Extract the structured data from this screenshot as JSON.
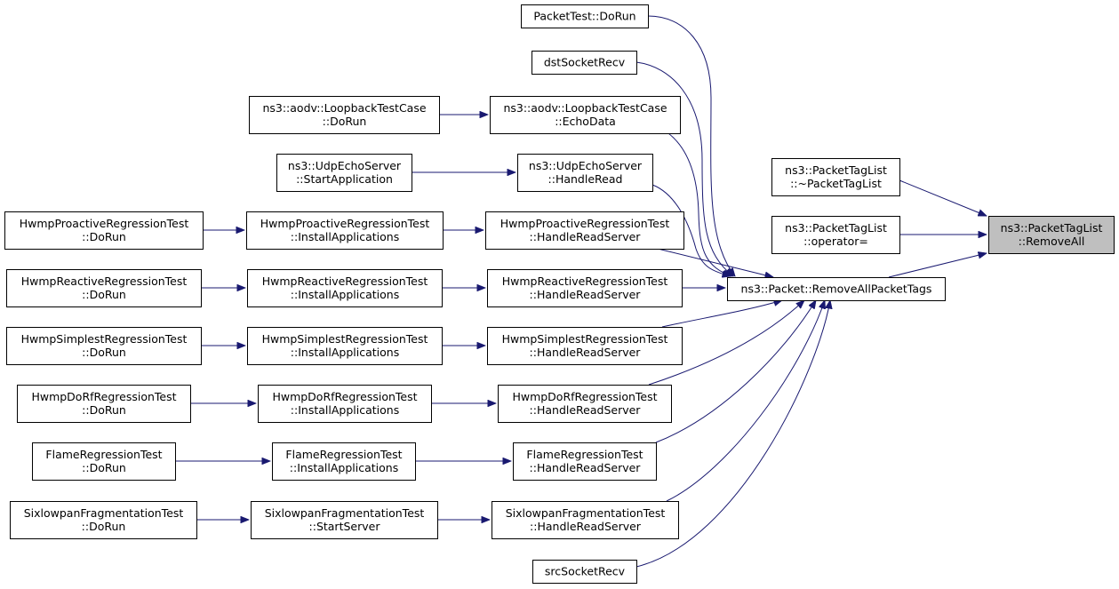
{
  "graph": {
    "focus_node": "n_removeall",
    "colors": {
      "edge": "#191970",
      "focus_fill": "#bfbfbf",
      "box_fill": "#ffffff",
      "box_stroke": "#000000"
    },
    "nodes": [
      {
        "id": "n_removeall",
        "lines": [
          "ns3::PacketTagList",
          "::RemoveAll"
        ],
        "focus": true
      },
      {
        "id": "n_dtor",
        "lines": [
          "ns3::PacketTagList",
          "::~PacketTagList"
        ]
      },
      {
        "id": "n_opassign",
        "lines": [
          "ns3::PacketTagList",
          "::operator="
        ]
      },
      {
        "id": "n_removeallpackettags",
        "lines": [
          "ns3::Packet::RemoveAllPacketTags"
        ]
      },
      {
        "id": "n_packettest",
        "lines": [
          "PacketTest::DoRun"
        ]
      },
      {
        "id": "n_dstsocketrecv",
        "lines": [
          "dstSocketRecv"
        ]
      },
      {
        "id": "n_echodata",
        "lines": [
          "ns3::aodv::LoopbackTestCase",
          "::EchoData"
        ]
      },
      {
        "id": "n_aodv_dorun",
        "lines": [
          "ns3::aodv::LoopbackTestCase",
          "::DoRun"
        ]
      },
      {
        "id": "n_udp_handleread",
        "lines": [
          "ns3::UdpEchoServer",
          "::HandleRead"
        ]
      },
      {
        "id": "n_udp_start",
        "lines": [
          "ns3::UdpEchoServer",
          "::StartApplication"
        ]
      },
      {
        "id": "n_pro_hrs",
        "lines": [
          "HwmpProactiveRegressionTest",
          "::HandleReadServer"
        ]
      },
      {
        "id": "n_pro_ia",
        "lines": [
          "HwmpProactiveRegressionTest",
          "::InstallApplications"
        ]
      },
      {
        "id": "n_pro_dorun",
        "lines": [
          "HwmpProactiveRegressionTest",
          "::DoRun"
        ]
      },
      {
        "id": "n_rea_hrs",
        "lines": [
          "HwmpReactiveRegressionTest",
          "::HandleReadServer"
        ]
      },
      {
        "id": "n_rea_ia",
        "lines": [
          "HwmpReactiveRegressionTest",
          "::InstallApplications"
        ]
      },
      {
        "id": "n_rea_dorun",
        "lines": [
          "HwmpReactiveRegressionTest",
          "::DoRun"
        ]
      },
      {
        "id": "n_sim_hrs",
        "lines": [
          "HwmpSimplestRegressionTest",
          "::HandleReadServer"
        ]
      },
      {
        "id": "n_sim_ia",
        "lines": [
          "HwmpSimplestRegressionTest",
          "::InstallApplications"
        ]
      },
      {
        "id": "n_sim_dorun",
        "lines": [
          "HwmpSimplestRegressionTest",
          "::DoRun"
        ]
      },
      {
        "id": "n_dorf_hrs",
        "lines": [
          "HwmpDoRfRegressionTest",
          "::HandleReadServer"
        ]
      },
      {
        "id": "n_dorf_ia",
        "lines": [
          "HwmpDoRfRegressionTest",
          "::InstallApplications"
        ]
      },
      {
        "id": "n_dorf_dorun",
        "lines": [
          "HwmpDoRfRegressionTest",
          "::DoRun"
        ]
      },
      {
        "id": "n_flame_hrs",
        "lines": [
          "FlameRegressionTest",
          "::HandleReadServer"
        ]
      },
      {
        "id": "n_flame_ia",
        "lines": [
          "FlameRegressionTest",
          "::InstallApplications"
        ]
      },
      {
        "id": "n_flame_dorun",
        "lines": [
          "FlameRegressionTest",
          "::DoRun"
        ]
      },
      {
        "id": "n_six_hrs",
        "lines": [
          "SixlowpanFragmentationTest",
          "::HandleReadServer"
        ]
      },
      {
        "id": "n_six_start",
        "lines": [
          "SixlowpanFragmentationTest",
          "::StartServer"
        ]
      },
      {
        "id": "n_six_dorun",
        "lines": [
          "SixlowpanFragmentationTest",
          "::DoRun"
        ]
      },
      {
        "id": "n_srcsocketrecv",
        "lines": [
          "srcSocketRecv"
        ]
      }
    ],
    "edges": [
      {
        "from": "n_dtor",
        "to": "n_removeall"
      },
      {
        "from": "n_opassign",
        "to": "n_removeall"
      },
      {
        "from": "n_removeallpackettags",
        "to": "n_removeall"
      },
      {
        "from": "n_packettest",
        "to": "n_removeallpackettags"
      },
      {
        "from": "n_dstsocketrecv",
        "to": "n_removeallpackettags"
      },
      {
        "from": "n_echodata",
        "to": "n_removeallpackettags"
      },
      {
        "from": "n_udp_handleread",
        "to": "n_removeallpackettags"
      },
      {
        "from": "n_pro_hrs",
        "to": "n_removeallpackettags"
      },
      {
        "from": "n_rea_hrs",
        "to": "n_removeallpackettags"
      },
      {
        "from": "n_sim_hrs",
        "to": "n_removeallpackettags"
      },
      {
        "from": "n_dorf_hrs",
        "to": "n_removeallpackettags"
      },
      {
        "from": "n_flame_hrs",
        "to": "n_removeallpackettags"
      },
      {
        "from": "n_six_hrs",
        "to": "n_removeallpackettags"
      },
      {
        "from": "n_srcsocketrecv",
        "to": "n_removeallpackettags"
      },
      {
        "from": "n_aodv_dorun",
        "to": "n_echodata"
      },
      {
        "from": "n_udp_start",
        "to": "n_udp_handleread"
      },
      {
        "from": "n_pro_ia",
        "to": "n_pro_hrs"
      },
      {
        "from": "n_pro_dorun",
        "to": "n_pro_ia"
      },
      {
        "from": "n_rea_ia",
        "to": "n_rea_hrs"
      },
      {
        "from": "n_rea_dorun",
        "to": "n_rea_ia"
      },
      {
        "from": "n_sim_ia",
        "to": "n_sim_hrs"
      },
      {
        "from": "n_sim_dorun",
        "to": "n_sim_ia"
      },
      {
        "from": "n_dorf_ia",
        "to": "n_dorf_hrs"
      },
      {
        "from": "n_dorf_dorun",
        "to": "n_dorf_ia"
      },
      {
        "from": "n_flame_ia",
        "to": "n_flame_hrs"
      },
      {
        "from": "n_flame_dorun",
        "to": "n_flame_ia"
      },
      {
        "from": "n_six_start",
        "to": "n_six_hrs"
      },
      {
        "from": "n_six_dorun",
        "to": "n_six_start"
      }
    ]
  }
}
